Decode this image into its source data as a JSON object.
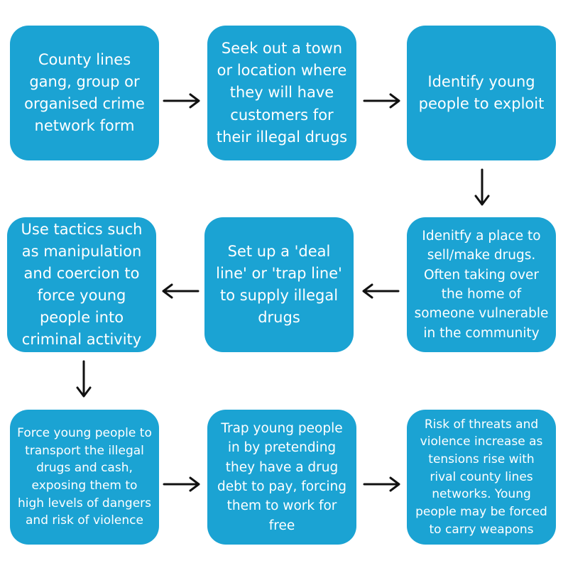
{
  "steps": [
    {
      "id": "form-network",
      "text": "County lines gang, group or organised crime network form"
    },
    {
      "id": "seek-town",
      "text": "Seek out a town or location where they will have customers for their illegal drugs"
    },
    {
      "id": "identify-young-people",
      "text": "Identify young people to exploit"
    },
    {
      "id": "identify-place",
      "text": "Idenitfy a place to sell/make drugs. Often taking over the home of someone vulnerable in the community"
    },
    {
      "id": "deal-line",
      "text": "Set up a 'deal line' or 'trap line' to supply illegal drugs"
    },
    {
      "id": "tactics",
      "text": "Use tactics such as manipulation and coercion to force young people into criminal activity"
    },
    {
      "id": "transport",
      "text": "Force young people to transport the illegal drugs and cash, exposing them to high levels of dangers and risk of violence"
    },
    {
      "id": "trap-debt",
      "text": "Trap young people in by pretending they have a drug debt to pay, forcing them to work for free"
    },
    {
      "id": "risk-threats",
      "text": "Risk of threats and violence increase as tensions rise with rival county lines networks. Young people may be forced to carry weapons"
    }
  ],
  "colors": {
    "box": "#1ba3d3",
    "text": "#ffffff",
    "arrow": "#111111"
  }
}
